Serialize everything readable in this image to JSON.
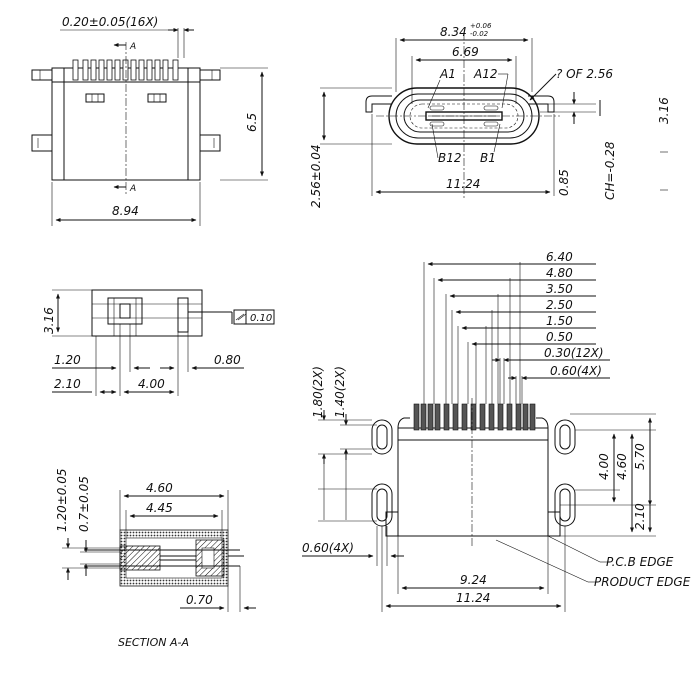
{
  "front_view": {
    "pin_pitch_label": "0.20±0.05(16X)",
    "section_mark": "A",
    "height_label": "6.5",
    "width_label": "8.94"
  },
  "socket_view": {
    "outer_width_nominal": "8.34",
    "outer_width_tol_plus": "+0.06",
    "outer_width_tol_minus": "-0.02",
    "inner_width_label": "6.69",
    "pin_a1": "A1",
    "pin_a12": "A12",
    "pin_b12": "B12",
    "pin_b1": "B1",
    "radius_label": "? OF 2.56",
    "height_label": "2.56±0.04",
    "width_label": "11.24",
    "offset_label": "0.85",
    "chamfer_label": "CH=-0.28",
    "edge_label": "3.16"
  },
  "side_view": {
    "height_label": "3.16",
    "flatness_label": "0.10",
    "dim_1_20": "1.20",
    "dim_0_80": "0.80",
    "dim_2_10": "2.10",
    "dim_4_00": "4.00"
  },
  "section_view": {
    "dim_1_20": "1.20±0.05",
    "dim_0_7": "0.7±0.05",
    "dim_4_60": "4.60",
    "dim_4_45": "4.45",
    "dim_0_70": "0.70",
    "caption": "SECTION A-A"
  },
  "pcb_layout": {
    "pitch_labels": [
      "6.40",
      "4.80",
      "3.50",
      "2.50",
      "1.50",
      "0.50",
      "0.30(12X)",
      "0.60(4X)"
    ],
    "dim_1_80": "1.80(2X)",
    "dim_1_40": "1.40(2X)",
    "dim_0_60": "0.60(4X)",
    "dim_4_00": "4.00",
    "dim_4_60": "4.60",
    "dim_5_70": "5.70",
    "dim_2_10": "2.10",
    "dim_9_24": "9.24",
    "dim_11_24": "11.24",
    "pcb_edge": "P.C.B EDGE",
    "product_edge": "PRODUCT EDGE"
  }
}
